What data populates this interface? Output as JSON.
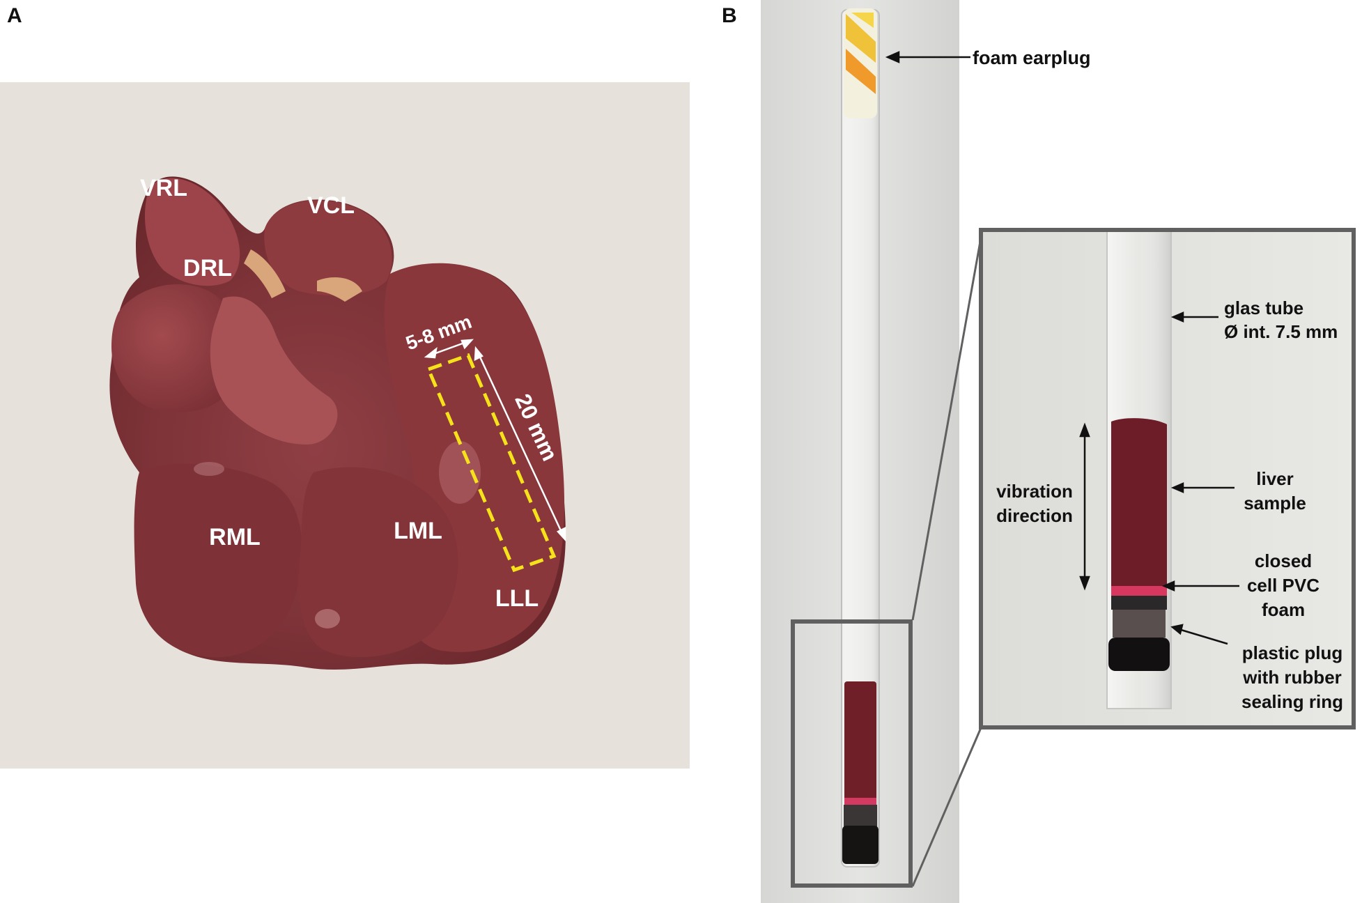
{
  "panel_a": {
    "letter": "A",
    "lobes": [
      "VRL",
      "VCL",
      "DRL",
      "RML",
      "LML",
      "LLL"
    ],
    "width_label": "5-8 mm",
    "length_label": "20 mm"
  },
  "panel_b": {
    "letter": "B",
    "labels": {
      "foam_earplug": "foam earplug",
      "glas_tube_1": "glas tube",
      "glas_tube_2": "Ø int. 7.5 mm",
      "vibration_1": "vibration",
      "vibration_2": "direction",
      "liver_1": "liver",
      "liver_2": "sample",
      "pvc_1": "closed",
      "pvc_2": "cell PVC",
      "pvc_3": "foam",
      "plug_1": "plastic plug",
      "plug_2": "with rubber",
      "plug_3": "sealing ring"
    }
  },
  "colors": {
    "liver": "#8a3a3e",
    "dashed_box": "#f5e21a",
    "frame": "#606060"
  }
}
